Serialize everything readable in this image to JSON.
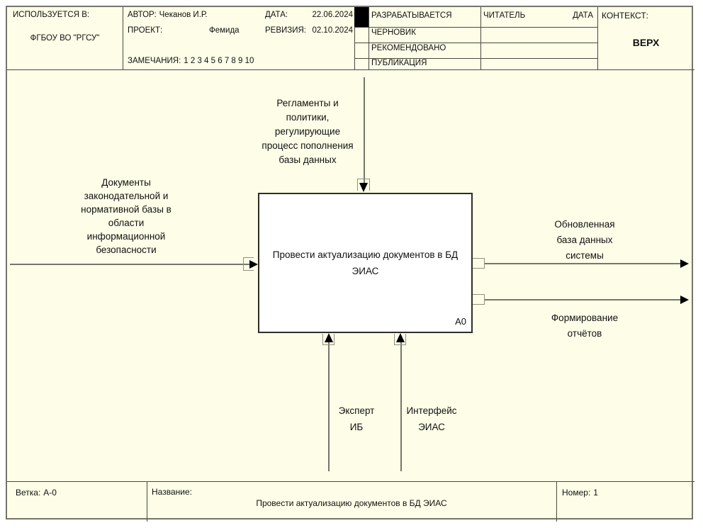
{
  "header": {
    "used_at_label": "ИСПОЛЬЗУЕТСЯ В:",
    "organization": "ФГБОУ ВО \"РГСУ\"",
    "author_label": "АВТОР:",
    "author": "Чеканов И.Р.",
    "project_label": "ПРОЕКТ:",
    "project": "Фемида",
    "date_label": "ДАТА:",
    "date": "22.06.2024",
    "revision_label": "РЕВИЗИЯ:",
    "revision": "02.10.2024",
    "notes_label": "ЗАМЕЧАНИЯ:",
    "notes": "1 2 3 4 5 6 7 8 9 10",
    "status_rows": [
      "РАЗРАБАТЫВАЕТСЯ",
      "ЧЕРНОВИК",
      "РЕКОМЕНДОВАНО",
      "ПУБЛИКАЦИЯ"
    ],
    "reader_label": "ЧИТАТЕЛЬ",
    "reader_date_label": "ДАТА",
    "context_label": "КОНТЕКСТ:",
    "context_value": "ВЕРХ"
  },
  "diagram": {
    "activity_title": "Провести актуализацию документов в БД\nЭИАС",
    "activity_code": "A0",
    "control_label": "Регламенты и\nполитики,\nрегулирующие\nпроцесс пополнения\nбазы данных",
    "input_label": "Документы\nзаконодательной и\nнормативной базы в\nобласти\nинформационной\nбезопасности",
    "output1_label": "Обновленная\nбаза данных\nсистемы",
    "output2_label": "Формирование\nотчётов",
    "mechanism1_label": "Эксперт\nИБ",
    "mechanism2_label": "Интерфейс\nЭИАС"
  },
  "footer": {
    "branch_label": "Ветка:",
    "branch": "А-0",
    "title_label": "Название:",
    "title": "Провести актуализацию документов в БД ЭИАС",
    "number_label": "Номер:",
    "number": "1"
  },
  "colors": {
    "sheet_background": "#FDFDE8",
    "activity_fill": "#FFFFFF",
    "grid_line": "#4A4A40",
    "arrow_line": "#77776A"
  }
}
